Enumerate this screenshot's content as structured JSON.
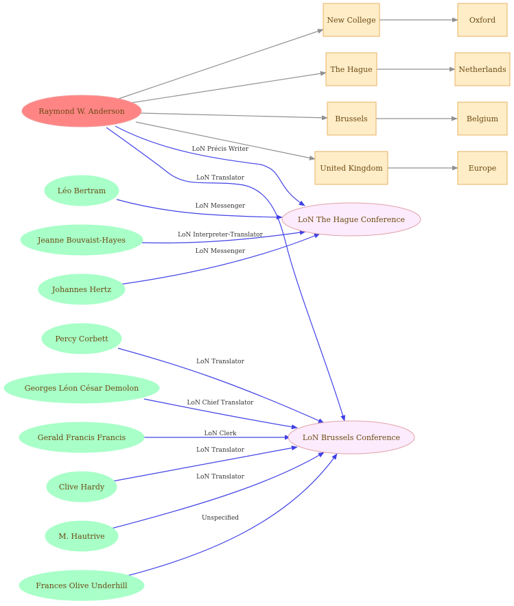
{
  "focus": "Raymond W. Anderson",
  "conferences": {
    "hague": "LoN The Hague Conference",
    "brussels": "LoN Brussels Conference"
  },
  "places": {
    "new_college": "New College",
    "oxford": "Oxford",
    "the_hague": "The Hague",
    "netherlands": "Netherlands",
    "brussels": "Brussels",
    "belgium": "Belgium",
    "united_kingdom": "United Kingdom",
    "europe": "Europe"
  },
  "people": {
    "bertram": "Léo Bertram",
    "bouvaist": "Jeanne Bouvaist-Hayes",
    "hertz": "Johannes Hertz",
    "corbett": "Percy Corbett",
    "demolon": "Georges Léon César Demolon",
    "francis": "Gerald Francis  Francis",
    "hardy": "Clive Hardy",
    "hautrive": "M.  Hautrive",
    "underhill": "Frances Olive Underhill"
  },
  "edges": {
    "anderson_hague": "LoN Précis Writer",
    "anderson_brussels": "LoN Translator",
    "bertram": "LoN Messenger",
    "bouvaist": "LoN Interpreter-Translator",
    "hertz": "LoN Messenger",
    "corbett": "LoN Translator",
    "demolon": "LoN Chief Translator",
    "francis": "LoN Clerk",
    "hardy": "LoN Translator",
    "hautrive": "LoN Translator",
    "underhill": "Unspecified"
  },
  "colors": {
    "person": "#a8ffc8",
    "focus": "#ff8585",
    "conference": "#fcebfc",
    "place": "#ffedc8",
    "role_edge": "#4040e6",
    "place_edge": "#909090"
  }
}
